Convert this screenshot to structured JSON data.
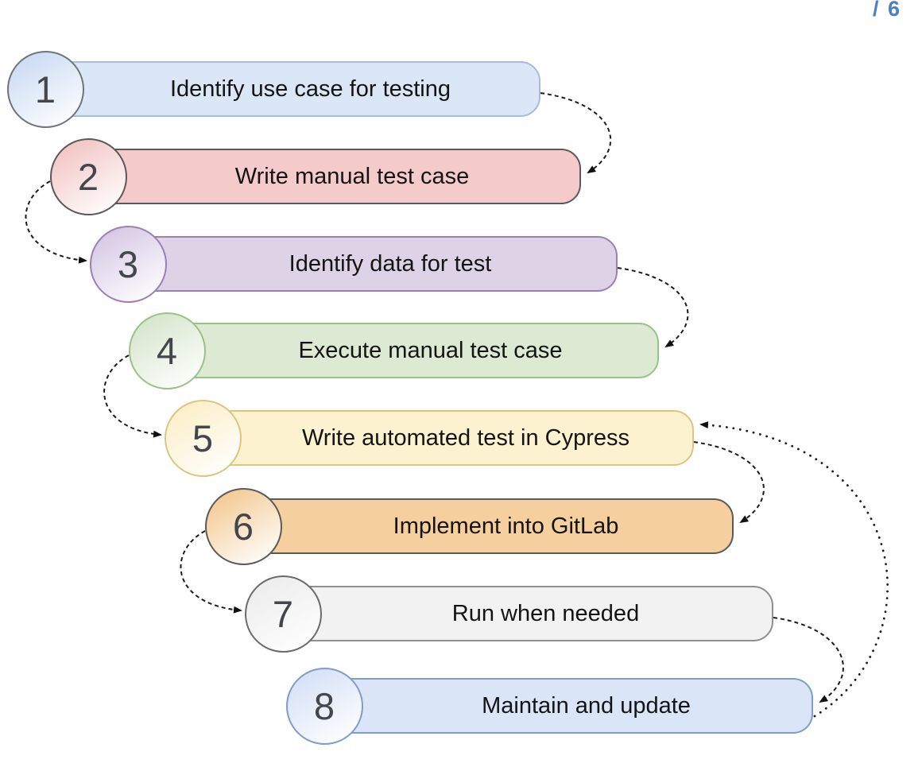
{
  "page_indicator": {
    "text": "/ 6"
  },
  "diagram": {
    "steps": [
      {
        "number": "1",
        "label": "Identify use case for testing",
        "pill_fill": "#dbe6f6",
        "pill_border": "#a8bbdb",
        "circle_fill": "#c9daf3",
        "circle_border": "#70757c"
      },
      {
        "number": "2",
        "label": "Write manual test case",
        "pill_fill": "#f5caca",
        "pill_border": "#5a5a5a",
        "circle_fill": "#f2c3c2",
        "circle_border": "#5a5a5a"
      },
      {
        "number": "3",
        "label": "Identify data for test",
        "pill_fill": "#ddd2e6",
        "pill_border": "#9b7fb6",
        "circle_fill": "#d5c6e3",
        "circle_border": "#9b7fb6"
      },
      {
        "number": "4",
        "label": "Execute manual test case",
        "pill_fill": "#dcead4",
        "pill_border": "#9cc186",
        "circle_fill": "#d4e5ca",
        "circle_border": "#9cc186"
      },
      {
        "number": "5",
        "label": "Write automated test in Cypress",
        "pill_fill": "#fcf2d0",
        "pill_border": "#dcc57e",
        "circle_fill": "#fbeec7",
        "circle_border": "#dcc57e"
      },
      {
        "number": "6",
        "label": "Implement into GitLab",
        "pill_fill": "#f5cf9d",
        "pill_border": "#5a5a5a",
        "circle_fill": "#f3c88f",
        "circle_border": "#5a5a5a"
      },
      {
        "number": "7",
        "label": "Run when needed",
        "pill_fill": "#f2f2f2",
        "pill_border": "#8f8f8f",
        "circle_fill": "#ececec",
        "circle_border": "#6b6b6b"
      },
      {
        "number": "8",
        "label": "Maintain and update",
        "pill_fill": "#dbe5f8",
        "pill_border": "#7e9cce",
        "circle_fill": "#d4e0f6",
        "circle_border": "#7e9cce"
      }
    ],
    "arrows": [
      {
        "from": 1,
        "to": 2,
        "side": "right",
        "style": "dashed"
      },
      {
        "from": 2,
        "to": 3,
        "side": "left",
        "style": "dashed"
      },
      {
        "from": 3,
        "to": 4,
        "side": "right",
        "style": "dashed"
      },
      {
        "from": 4,
        "to": 5,
        "side": "left",
        "style": "dashed"
      },
      {
        "from": 5,
        "to": 6,
        "side": "right",
        "style": "dashed"
      },
      {
        "from": 6,
        "to": 7,
        "side": "left",
        "style": "dashed"
      },
      {
        "from": 7,
        "to": 8,
        "side": "right",
        "style": "dashed"
      },
      {
        "from": 8,
        "to": 5,
        "side": "far-right",
        "style": "dotted"
      }
    ],
    "arrow_color": "#1c1c1c",
    "indicator_color": "#4a81c4",
    "text_color": "#141414",
    "number_color": "#43474c"
  }
}
